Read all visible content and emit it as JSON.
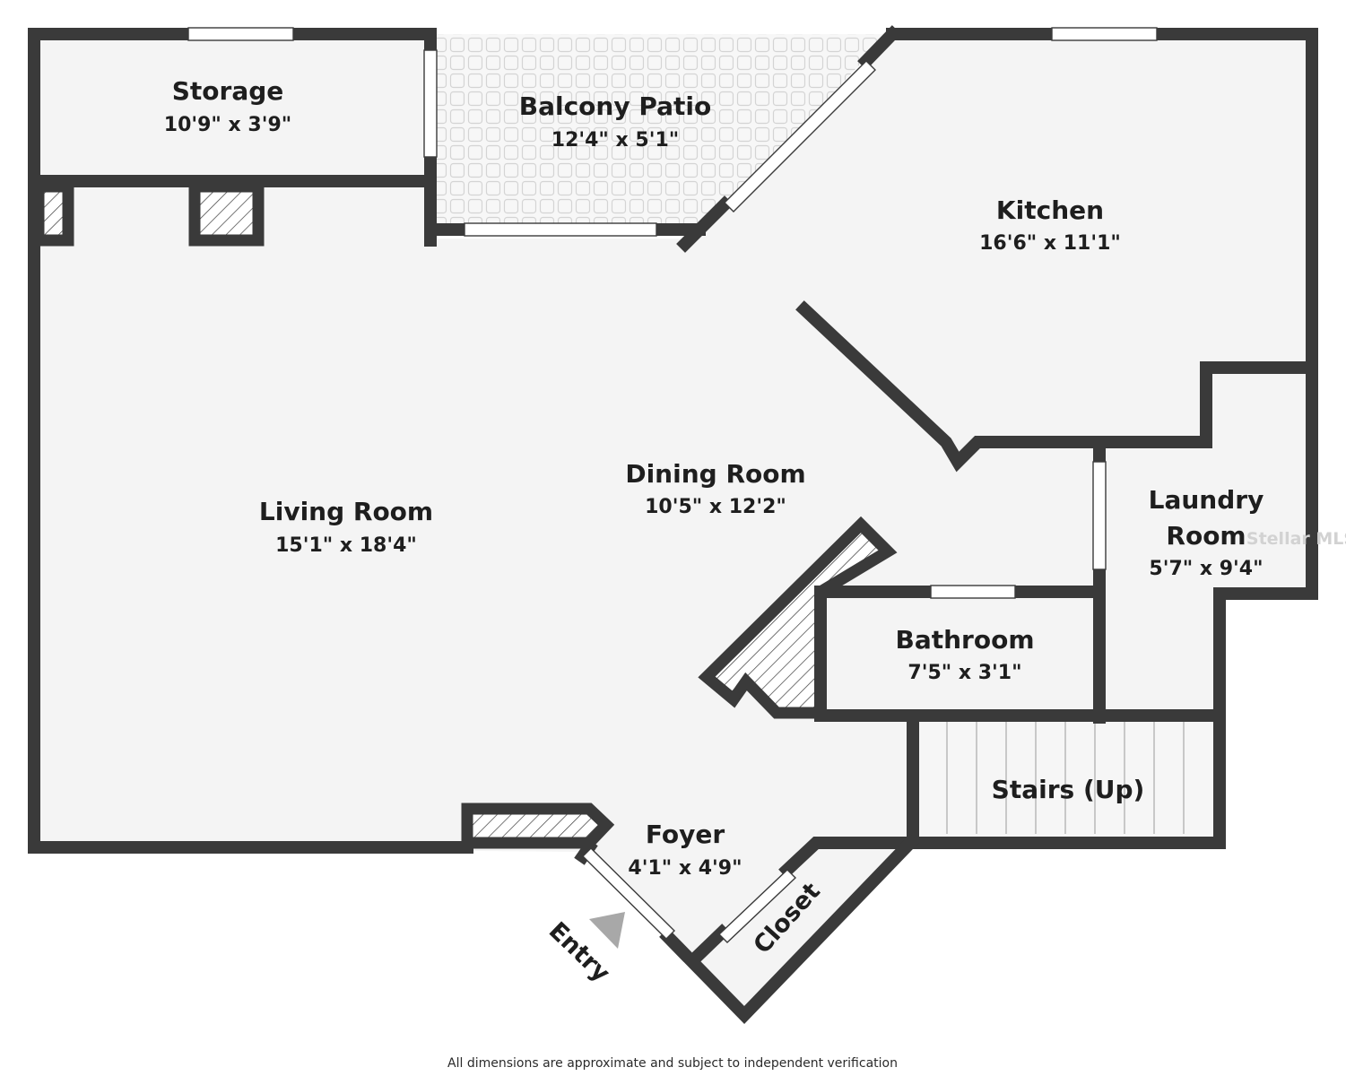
{
  "rooms": {
    "storage": {
      "name": "Storage",
      "dim": "10'9\" x 3'9\""
    },
    "balcony": {
      "name": "Balcony Patio",
      "dim": "12'4\" x 5'1\""
    },
    "kitchen": {
      "name": "Kitchen",
      "dim": "16'6\" x 11'1\""
    },
    "dining": {
      "name": "Dining Room",
      "dim": "10'5\" x 12'2\""
    },
    "living": {
      "name": "Living Room",
      "dim": "15'1\" x 18'4\""
    },
    "laundry": {
      "name_line1": "Laundry",
      "name_line2": "Room",
      "dim": "5'7\" x 9'4\""
    },
    "bathroom": {
      "name": "Bathroom",
      "dim": "7'5\" x 3'1\""
    },
    "stairs": {
      "name": "Stairs (Up)"
    },
    "foyer": {
      "name": "Foyer",
      "dim": "4'1\" x 4'9\""
    },
    "closet": {
      "name": "Closet"
    }
  },
  "entry_label": "Entry",
  "watermark": "Stellar MLS",
  "footer_note": "All dimensions are approximate and subject to independent verification",
  "colors": {
    "wall": "#3a3a3a",
    "floor": "#f4f4f4",
    "tile": "#dcdcdc",
    "arrow": "#a8a8a8"
  }
}
